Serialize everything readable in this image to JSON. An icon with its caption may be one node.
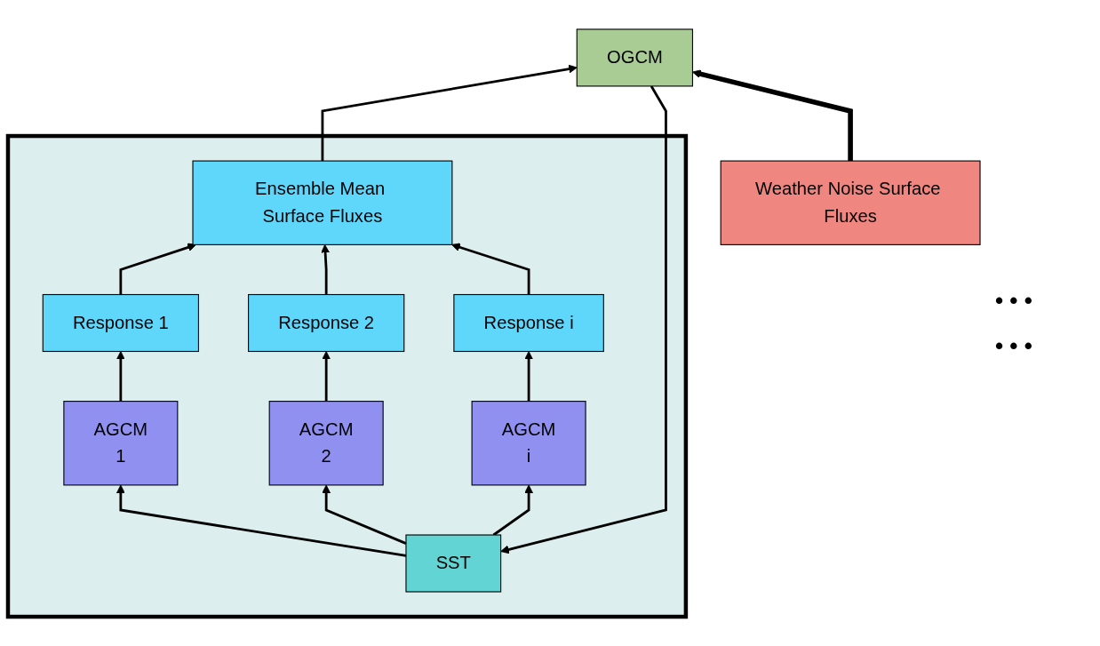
{
  "diagram": {
    "nodes": [
      {
        "text": [],
        "shape": "box"
      },
      {
        "text": [
          "Response 1"
        ],
        "in": 0
      },
      {
        "text": [
          "Response 2"
        ],
        "in": 0
      },
      {
        "text": [
          "Response i"
        ],
        "in": 0
      },
      {
        "text": [
          "AGCM",
          "1"
        ],
        "in": 0
      },
      {
        "text": [
          "AGCM",
          "2"
        ],
        "in": 0
      },
      {
        "text": [
          "AGCM",
          "i"
        ],
        "in": 0
      },
      {
        "text": [
          "Weather Noise Surface Fluxes"
        ]
      },
      {
        "text": [
          "Ensemble Mean Surface Fluxes"
        ],
        "in": 0
      },
      {
        "text": [
          "SST"
        ],
        "in": 0
      },
      {
        "text": [
          "OGCM"
        ]
      }
    ],
    "edges": [
      {
        "from": 9,
        "to": 4,
        "arrow": "to"
      },
      {
        "from": 9,
        "to": 5,
        "arrow": "to"
      },
      {
        "from": 9,
        "to": 6,
        "arrow": "to"
      },
      {
        "from": 4,
        "to": 1,
        "arrow": "to"
      },
      {
        "from": 5,
        "to": 2,
        "arrow": "to"
      },
      {
        "from": 6,
        "to": 3,
        "arrow": "to"
      },
      {
        "from": 1,
        "to": 8,
        "arrow": "to"
      },
      {
        "from": 2,
        "to": 8,
        "arrow": "to"
      },
      {
        "from": 3,
        "to": 8,
        "arrow": "to"
      },
      {
        "from": 8,
        "to": 10,
        "arrow": "to"
      },
      {
        "from": 7,
        "to": 10,
        "arrow": "to",
        "style": "thick"
      },
      {
        "from": 10,
        "to": 9,
        "arrow": "to"
      }
    ],
    "labels": [
      "• • •",
      "• • •"
    ]
  }
}
